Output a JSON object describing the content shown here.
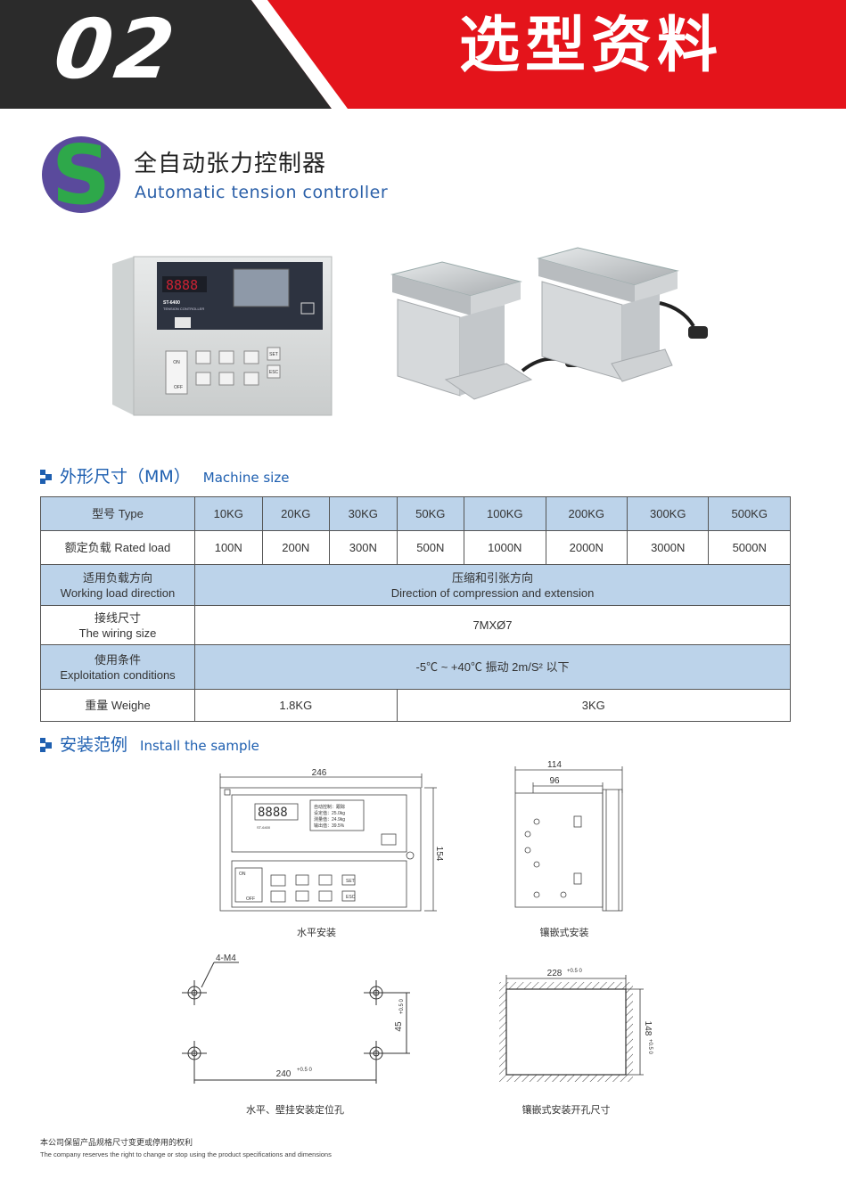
{
  "header": {
    "number": "02",
    "title": "选型资料",
    "colors": {
      "dark": "#2b2b2b",
      "red": "#e4141b"
    }
  },
  "product": {
    "title_cn": "全自动张力控制器",
    "title_en": "Automatic tension controller",
    "logo_letter": "S"
  },
  "controller_photo": {
    "display": "8888",
    "model": "ST-6400",
    "subtitle": "TENSION CONTROLLER",
    "on_label": "ON",
    "off_label": "OFF",
    "set_label": "SET",
    "esc_label": "ESC"
  },
  "section_size": {
    "cn": "外形尺寸（MM）",
    "en": "Machine size"
  },
  "table": {
    "type_label": "型号 Type",
    "types": [
      "10KG",
      "20KG",
      "30KG",
      "50KG",
      "100KG",
      "200KG",
      "300KG",
      "500KG"
    ],
    "load_label": "额定负载 Rated load",
    "loads": [
      "100N",
      "200N",
      "300N",
      "500N",
      "1000N",
      "2000N",
      "3000N",
      "5000N"
    ],
    "direction_label_cn": "适用负载方向",
    "direction_label_en": "Working load direction",
    "direction_value_cn": "压缩和引张方向",
    "direction_value_en": "Direction of compression and extension",
    "wiring_label_cn": "接线尺寸",
    "wiring_label_en": "The wiring size",
    "wiring_value": "7MXØ7",
    "conditions_label_cn": "使用条件",
    "conditions_label_en": "Exploitation conditions",
    "conditions_value": "-5℃ ~ +40℃ 振动 2m/S² 以下",
    "weight_label": "重量 Weighe",
    "weight_1": "1.8KG",
    "weight_2": "3KG"
  },
  "section_install": {
    "cn": "安装范例",
    "en": "Install the sample"
  },
  "drawings": {
    "front": {
      "width": "246",
      "height": "154",
      "display": "8888",
      "model": "ST-6400",
      "lcd_lines": [
        "自动控制：跟踪",
        "设定值：25.0kg",
        "测量值：24.9kg",
        "输出值：39.5%"
      ],
      "caption": "水平安装"
    },
    "side": {
      "outer": "114",
      "inner": "96",
      "caption": "镶嵌式安装"
    },
    "holes": {
      "label": "4-M4",
      "width": "240",
      "tol_w": "+0.5 0",
      "height": "45",
      "tol_h": "+0.5 0",
      "caption": "水平、壁挂安装定位孔"
    },
    "cutout": {
      "width": "228",
      "tol_w": "+0.5 0",
      "height": "148",
      "tol_h": "+0.5 0",
      "caption": "镶嵌式安装开孔尺寸"
    }
  },
  "footer": {
    "cn": "本公司保留产品规格尺寸变更或停用的权利",
    "en": "The company reserves the right to change or stop using the product specifications and dimensions"
  }
}
